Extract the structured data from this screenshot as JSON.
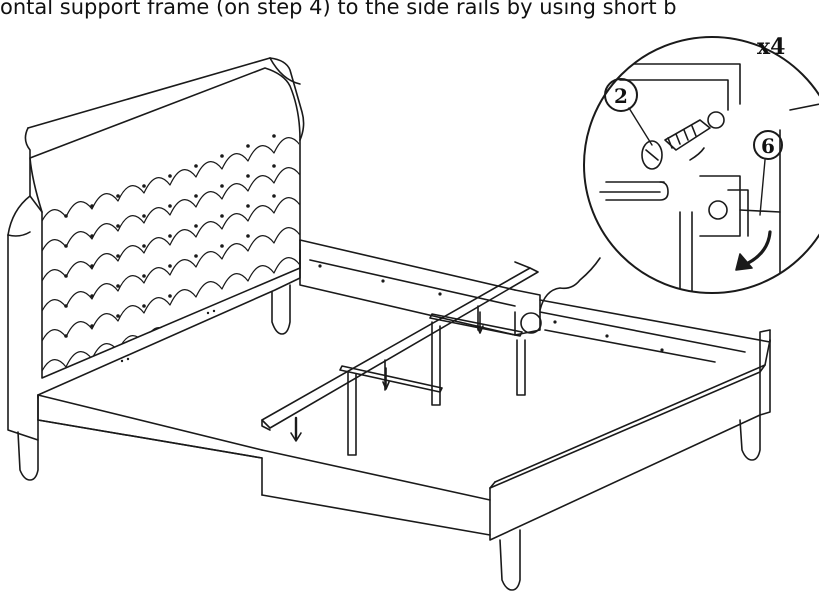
{
  "instruction": {
    "text": "ontal support frame (on step 4) to the side rails by using short b"
  },
  "callouts": {
    "quantity": "x4",
    "part_a": "2",
    "part_b": "6"
  },
  "colors": {
    "line": "#1a1a1a",
    "paper": "#ffffff"
  },
  "icons": [
    "curved-arrow-icon",
    "down-arrow-icon"
  ]
}
